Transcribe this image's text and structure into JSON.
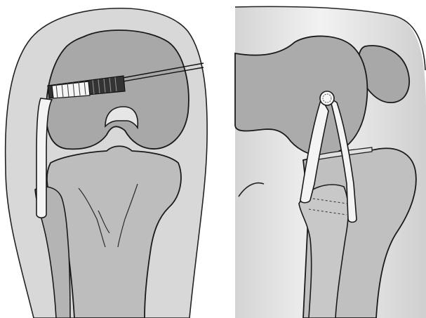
{
  "figure": {
    "panels": [
      {
        "id": "frontal-view",
        "structures": [
          "femur",
          "tibia",
          "fibula",
          "patella",
          "screw",
          "guide-wire",
          "graft"
        ]
      },
      {
        "id": "lateral-view",
        "structures": [
          "femur",
          "tibia",
          "fibula",
          "patella",
          "screw-head",
          "graft-loop"
        ]
      }
    ]
  },
  "colors": {
    "background": "#ffffff",
    "soft_tissue": "#d9d9d9",
    "bone": "#bdbdbd",
    "bone_dark": "#a6a6a6",
    "outline": "#1a1a1a",
    "graft": "#f4f4f4"
  }
}
